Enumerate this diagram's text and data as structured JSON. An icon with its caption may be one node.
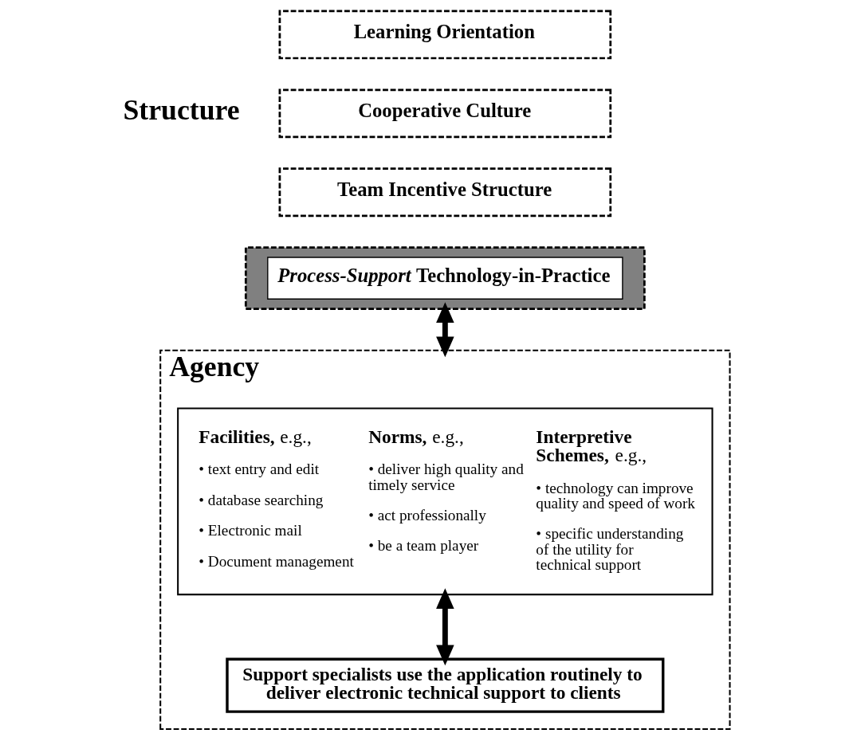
{
  "diagram": {
    "nodes": [
      {
        "text": [
          "Learning Orientation"
        ]
      },
      {
        "text": [
          "Cooperative Culture"
        ]
      },
      {
        "text": [
          "Team Incentive Structure"
        ]
      },
      {
        "text": [
          "*Process-Support* Technology-in-Practice"
        ]
      },
      {
        "text": [
          "Agency"
        ]
      },
      {
        "text": [
          "**Facilities,** e.g.,",
          "• text entry and edit",
          "• database searching",
          "• Electronic mail",
          "• Document management",
          "**Norms,** e.g.,",
          "• deliver high quality and timely service",
          "• act professionally",
          "• be a team player",
          "**Interpretive Schemes,** e.g.,",
          "• technology can improve quality and speed of work",
          "• specific understanding of the utility for technical support"
        ],
        "in": 4
      },
      {
        "text": [
          "Support specialists use the application routinely to deliver electronic technical support to clients"
        ],
        "in": 4
      }
    ],
    "edges": [
      {
        "from": 3,
        "to": 4,
        "arrow": "both"
      },
      {
        "from": 5,
        "to": 6,
        "arrow": "both"
      }
    ],
    "labels": [
      "Structure"
    ]
  }
}
